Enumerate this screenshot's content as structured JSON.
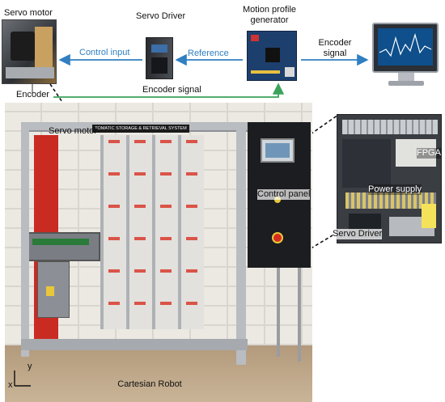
{
  "labels": {
    "servo_motor_top": "Servo motor",
    "servo_driver": "Servo Driver",
    "motion_profile_line1": "Motion profile",
    "motion_profile_line2": "generator",
    "control_input": "Control input",
    "reference": "Reference",
    "encoder_signal_right_line1": "Encoder",
    "encoder_signal_right_line2": "signal",
    "encoder_signal_mid": "Encoder signal",
    "encoder": "Encoder",
    "servo_motor_photo": "Servo motor",
    "rack_banner": "TOMATIC STORAGE & RETRIEVAL SYSTEM",
    "control_panel": "Control panel",
    "fpga": "FPGA",
    "power_supply": "Power supply",
    "servo_driver_cabinet": "Servo Driver",
    "cartesian_robot": "Cartesian Robot",
    "axis_y": "y",
    "axis_x": "x"
  },
  "colors": {
    "arrow_blue": "#2f7fc1",
    "arrow_green": "#3aa35b",
    "frame_silver": "#b9bcc0",
    "robot_red": "#c92a22",
    "tray_red": "#d93a2e",
    "cabinet_dark": "#1b1d21"
  }
}
